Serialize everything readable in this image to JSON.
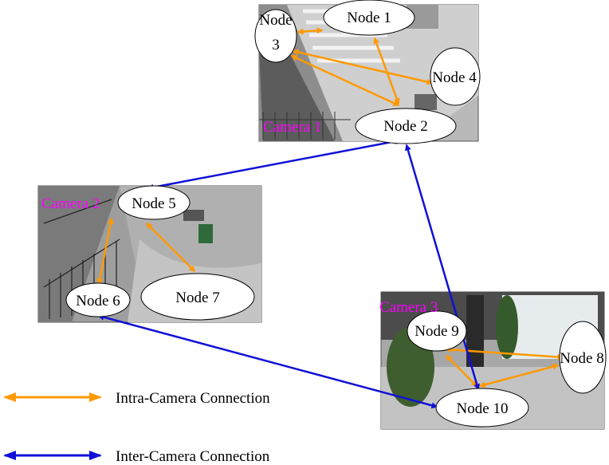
{
  "cameras": [
    {
      "id": "cam1",
      "label": "Camera 1"
    },
    {
      "id": "cam2",
      "label": "Camera 2"
    },
    {
      "id": "cam3",
      "label": "Camera 3"
    }
  ],
  "nodes": {
    "n1": {
      "label": "Node 1"
    },
    "n2": {
      "label": "Node 2"
    },
    "n3": {
      "label_line1": "Node",
      "label_line2": "3"
    },
    "n4": {
      "label": "Node 4"
    },
    "n5": {
      "label": "Node 5"
    },
    "n6": {
      "label": "Node 6"
    },
    "n7": {
      "label": "Node 7"
    },
    "n8": {
      "label": "Node 8"
    },
    "n9": {
      "label": "Node 9"
    },
    "n10": {
      "label": "Node 10"
    }
  },
  "legend": {
    "intra": "Intra-Camera Connection",
    "inter": "Inter-Camera Connection"
  },
  "colors": {
    "intra": "#ff9900",
    "inter": "#1010d8",
    "camera_label": "#ff00ff"
  }
}
